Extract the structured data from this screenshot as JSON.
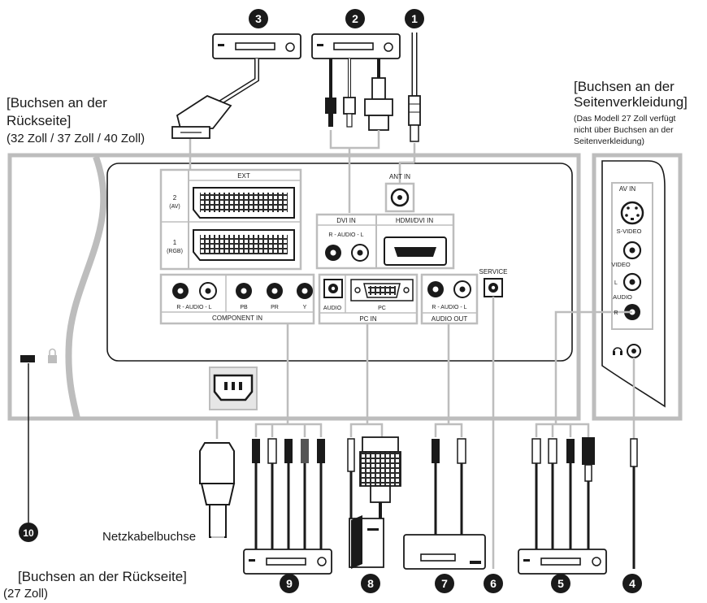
{
  "labels": {
    "rear_title_line1": "[Buchsen an der",
    "rear_title_line2": "Rückseite]",
    "rear_sizes": "(32 Zoll / 37 Zoll / 40 Zoll)",
    "side_title_line1": "[Buchsen an der",
    "side_title_line2": "Seitenverkleidung]",
    "side_note_line1": "(Das Modell 27 Zoll verfügt",
    "side_note_line2": "nicht über Buchsen an der",
    "side_note_line3": "Seitenverkleidung)",
    "power_socket": "Netzkabelbuchse",
    "rear27_title": "[Buchsen an der Rückseite]",
    "rear27_size": "(27 Zoll)"
  },
  "panel_labels": {
    "ext": "EXT",
    "ext2_a": "2",
    "ext2_b": "(AV)",
    "ext1_a": "1",
    "ext1_b": "(RGB)",
    "ant_in": "ANT IN",
    "dvi_in": "DVI IN",
    "audio_rl": "R - AUDIO - L",
    "hdmi_dvi_in": "HDMI/DVI IN",
    "pb": "PB",
    "pr": "PR",
    "y": "Y",
    "component_in": "COMPONENT IN",
    "audio": "AUDIO",
    "pc": "PC",
    "pc_in": "PC IN",
    "audio_out": "AUDIO OUT",
    "service": "SERVICE",
    "av_in": "AV IN",
    "s_video": "S-VIDEO",
    "video": "VIDEO",
    "side_l": "L",
    "side_audio": "AUDIO",
    "side_r": "R"
  },
  "markers": [
    "1",
    "2",
    "3",
    "4",
    "5",
    "6",
    "7",
    "8",
    "9",
    "10"
  ],
  "icons": {
    "power": "ac-power-socket-icon",
    "lock": "kensington-lock-icon",
    "headphone": "headphone-icon"
  }
}
